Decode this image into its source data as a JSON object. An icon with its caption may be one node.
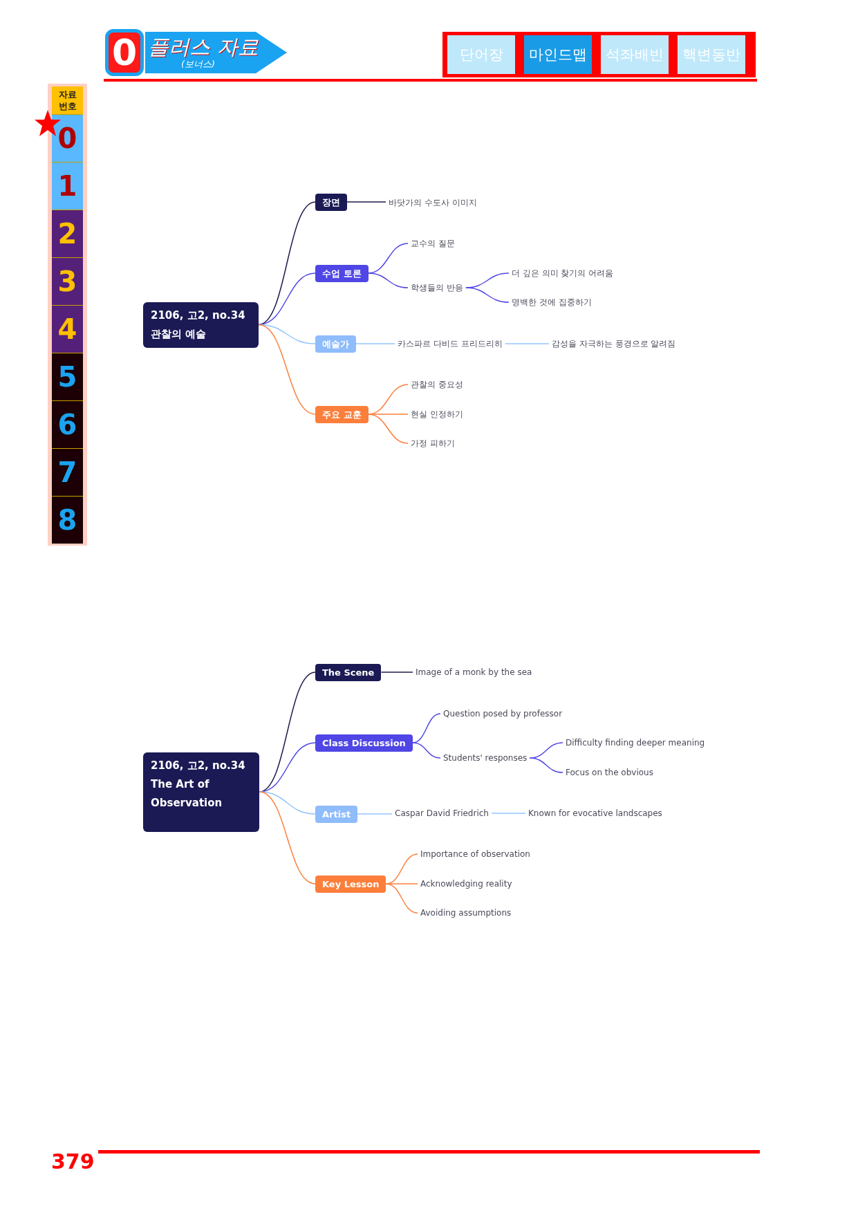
{
  "diagram": {
    "nodes": [
      {
        "text": [
          "2106, 고2, no.34 관찰의 예술"
        ]
      },
      {
        "text": [
          "장면"
        ]
      },
      {
        "text": [
          "바닷가의 수도사 이미지"
        ]
      },
      {
        "text": [
          "수업 토론"
        ]
      },
      {
        "text": [
          "교수의 질문"
        ]
      },
      {
        "text": [
          "학생들의 반응"
        ]
      },
      {
        "text": [
          "더 깊은 의미 찾기의 어려움"
        ]
      },
      {
        "text": [
          "명백한 것에 집중하기"
        ]
      },
      {
        "text": [
          "예술가"
        ]
      },
      {
        "text": [
          "카스파르 다비드 프리드리히"
        ]
      },
      {
        "text": [
          "감성을 자극하는 풍경으로 알려짐"
        ]
      },
      {
        "text": [
          "주요 교훈"
        ]
      },
      {
        "text": [
          "관찰의 중요성"
        ]
      },
      {
        "text": [
          "현실 인정하기"
        ]
      },
      {
        "text": [
          "가정 피하기"
        ]
      },
      {
        "text": [
          "2106, 고2, no.34 The Art of Observation"
        ]
      },
      {
        "text": [
          "The Scene"
        ]
      },
      {
        "text": [
          "Image of a monk by the sea"
        ]
      },
      {
        "text": [
          "Class Discussion"
        ]
      },
      {
        "text": [
          "Question posed by professor"
        ]
      },
      {
        "text": [
          "Students' responses"
        ]
      },
      {
        "text": [
          "Difficulty finding deeper meaning"
        ]
      },
      {
        "text": [
          "Focus on the obvious"
        ]
      },
      {
        "text": [
          "Artist"
        ]
      },
      {
        "text": [
          "Caspar David Friedrich"
        ]
      },
      {
        "text": [
          "Known for evocative landscapes"
        ]
      },
      {
        "text": [
          "Key Lesson"
        ]
      },
      {
        "text": [
          "Importance of observation"
        ]
      },
      {
        "text": [
          "Acknowledging reality"
        ]
      },
      {
        "text": [
          "Avoiding assumptions"
        ]
      }
    ],
    "edges": [
      {
        "from": 0,
        "to": 1,
        "arrow": "none",
        "color": "#1e1b4b"
      },
      {
        "from": 1,
        "to": 2,
        "arrow": "none",
        "color": "#1e1b4b"
      },
      {
        "from": 0,
        "to": 3,
        "arrow": "none",
        "color": "#4f46e5"
      },
      {
        "from": 3,
        "to": 4,
        "arrow": "none",
        "color": "#4f46e5"
      },
      {
        "from": 3,
        "to": 5,
        "arrow": "none",
        "color": "#4f46e5"
      },
      {
        "from": 5,
        "to": 6,
        "arrow": "none",
        "color": "#4f46e5"
      },
      {
        "from": 5,
        "to": 7,
        "arrow": "none",
        "color": "#4f46e5"
      },
      {
        "from": 0,
        "to": 8,
        "arrow": "none",
        "color": "#93c5fd"
      },
      {
        "from": 8,
        "to": 9,
        "arrow": "none",
        "color": "#93c5fd"
      },
      {
        "from": 9,
        "to": 10,
        "arrow": "none",
        "color": "#93c5fd"
      },
      {
        "from": 0,
        "to": 11,
        "arrow": "none",
        "color": "#fb7f3b"
      },
      {
        "from": 11,
        "to": 12,
        "arrow": "none",
        "color": "#fb7f3b"
      },
      {
        "from": 11,
        "to": 13,
        "arrow": "none",
        "color": "#fb7f3b"
      },
      {
        "from": 11,
        "to": 14,
        "arrow": "none",
        "color": "#fb7f3b"
      },
      {
        "from": 15,
        "to": 16,
        "arrow": "none",
        "color": "#1e1b4b"
      },
      {
        "from": 16,
        "to": 17,
        "arrow": "none",
        "color": "#1e1b4b"
      },
      {
        "from": 15,
        "to": 18,
        "arrow": "none",
        "color": "#4f46e5"
      },
      {
        "from": 18,
        "to": 19,
        "arrow": "none",
        "color": "#4f46e5"
      },
      {
        "from": 18,
        "to": 20,
        "arrow": "none",
        "color": "#4f46e5"
      },
      {
        "from": 20,
        "to": 21,
        "arrow": "none",
        "color": "#4f46e5"
      },
      {
        "from": 20,
        "to": 22,
        "arrow": "none",
        "color": "#4f46e5"
      },
      {
        "from": 15,
        "to": 23,
        "arrow": "none",
        "color": "#93c5fd"
      },
      {
        "from": 23,
        "to": 24,
        "arrow": "none",
        "color": "#93c5fd"
      },
      {
        "from": 24,
        "to": 25,
        "arrow": "none",
        "color": "#93c5fd"
      },
      {
        "from": 15,
        "to": 26,
        "arrow": "none",
        "color": "#fb7f3b"
      },
      {
        "from": 26,
        "to": 27,
        "arrow": "none",
        "color": "#fb7f3b"
      },
      {
        "from": 26,
        "to": 28,
        "arrow": "none",
        "color": "#fb7f3b"
      },
      {
        "from": 26,
        "to": 29,
        "arrow": "none",
        "color": "#fb7f3b"
      }
    ],
    "labels": [
      "0",
      "플러스 자료",
      "(보너스)",
      "단어장",
      "마인드맵",
      "석좌배빈",
      "핵변동반",
      "자료 번호",
      "0",
      "1",
      "2",
      "3",
      "4",
      "5",
      "6",
      "7",
      "8",
      "379"
    ]
  }
}
